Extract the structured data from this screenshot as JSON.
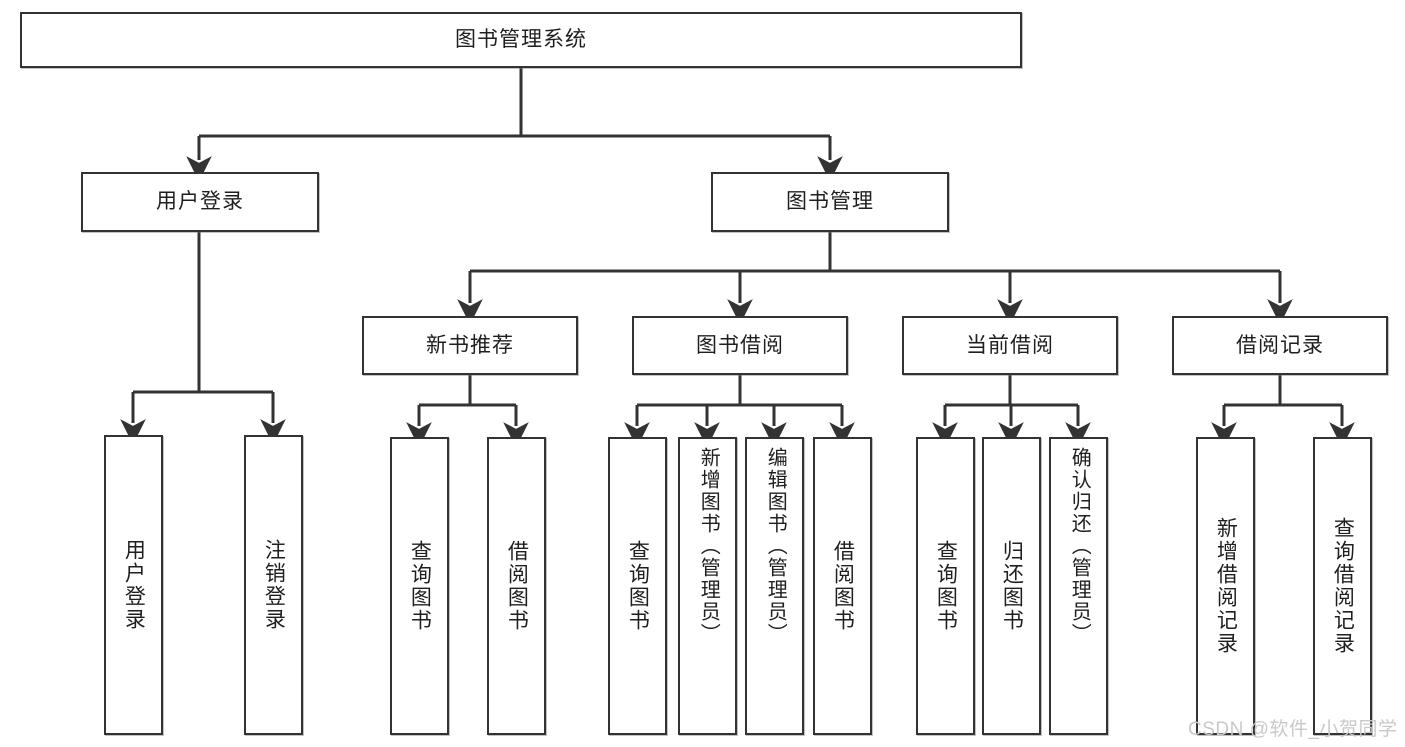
{
  "diagram": {
    "title": "图书管理系统",
    "type": "tree-hierarchy",
    "colors": {
      "box_border": "#333333",
      "box_fill": "#ffffff",
      "connector": "#333333",
      "text": "#1f1f1f",
      "watermark": "#c9c9c9"
    },
    "root": {
      "label": "图书管理系统"
    },
    "level2": [
      {
        "label": "用户登录"
      },
      {
        "label": "图书管理"
      }
    ],
    "level3": [
      {
        "label": "新书推荐"
      },
      {
        "label": "图书借阅"
      },
      {
        "label": "当前借阅"
      },
      {
        "label": "借阅记录"
      }
    ],
    "leaves": {
      "user_login": [
        {
          "label": "用户登录"
        },
        {
          "label": "注销登录"
        }
      ],
      "new_book_recommend": [
        {
          "label": "查询图书"
        },
        {
          "label": "借阅图书"
        }
      ],
      "book_borrow": [
        {
          "label": "查询图书"
        },
        {
          "label": "新增图书（管理员）"
        },
        {
          "label": "编辑图书（管理员）"
        },
        {
          "label": "借阅图书"
        }
      ],
      "current_borrow": [
        {
          "label": "查询图书"
        },
        {
          "label": "归还图书"
        },
        {
          "label": "确认归还（管理员）"
        }
      ],
      "borrow_record": [
        {
          "label": "新增借阅记录"
        },
        {
          "label": "查询借阅记录"
        }
      ]
    }
  },
  "watermark": {
    "text": "CSDN @软件_小贺同学"
  }
}
